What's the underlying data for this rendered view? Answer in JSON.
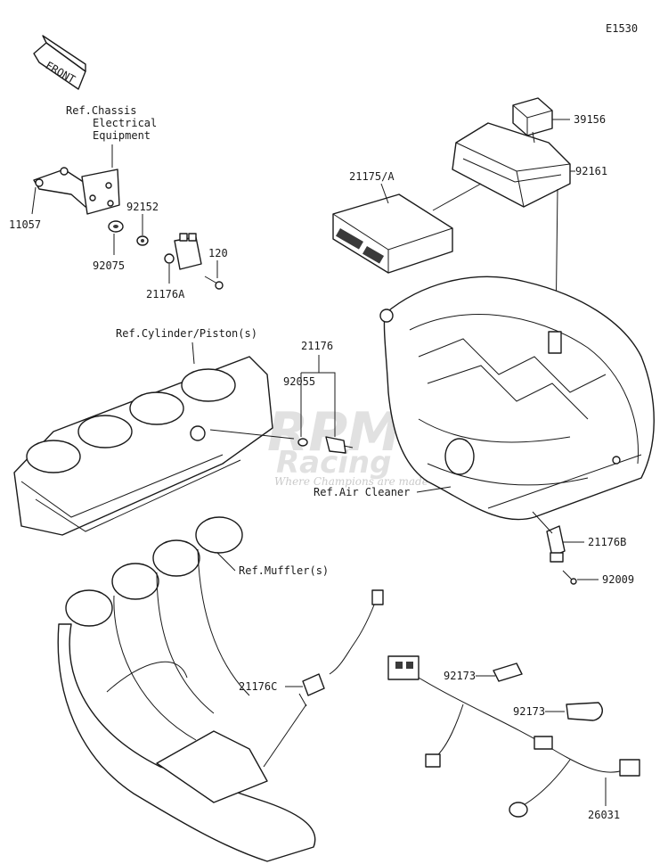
{
  "diagram_id": "E1530",
  "front_label": "FRONT",
  "refs": {
    "chassis_line1": "Ref.Chassis",
    "chassis_line2": "Electrical",
    "chassis_line3": "Equipment",
    "cylinder": "Ref.Cylinder/Piston(s)",
    "air_cleaner": "Ref.Air Cleaner",
    "muffler": "Ref.Muffler(s)"
  },
  "parts": {
    "p39156": "39156",
    "p92161": "92161",
    "p21175a": "21175/A",
    "p11057": "11057",
    "p92152": "92152",
    "p92075": "92075",
    "p120": "120",
    "p21176a": "21176A",
    "p21176": "21176",
    "p92055": "92055",
    "p21176b": "21176B",
    "p92009": "92009",
    "p21176c": "21176C",
    "p92173a": "92173",
    "p92173b": "92173",
    "p26031": "26031"
  },
  "watermark": {
    "tagline": "Where Champions are made"
  }
}
